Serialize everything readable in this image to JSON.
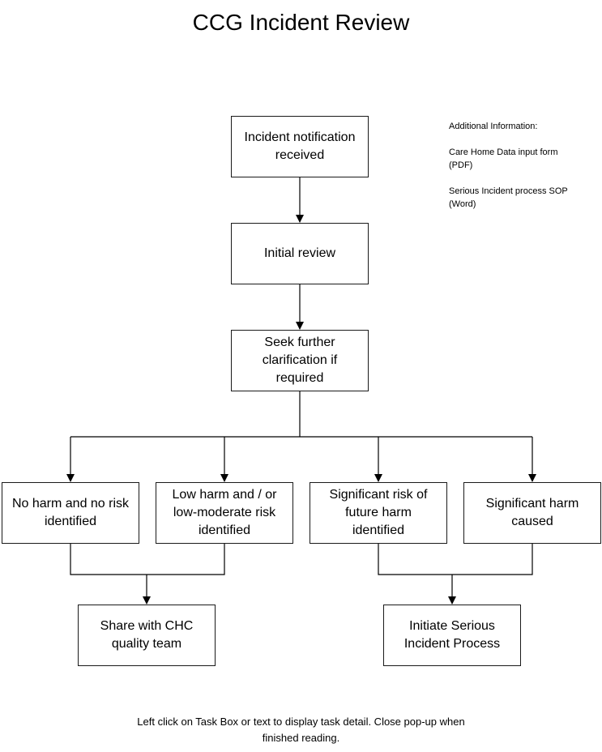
{
  "title": "CCG Incident Review",
  "nodes": {
    "notification": "Incident notification\nreceived",
    "initial_review": "Initial review",
    "clarification": "Seek further\nclarification if\nrequired",
    "no_harm": "No harm and no risk\nidentified",
    "low_harm": "Low harm and / or\nlow-moderate risk\nidentified",
    "significant_risk": "Significant risk of\nfuture harm\nidentified",
    "significant_harm": "Significant harm\ncaused",
    "share_chc": "Share with CHC\nquality team",
    "initiate_si": "Initiate Serious\nIncident Process"
  },
  "additional_info": {
    "heading": "Additional Information:",
    "links": [
      "Care Home Data input form\n(PDF)",
      "Serious Incident process SOP\n(Word)"
    ]
  },
  "footer": "Left click on Task Box or text to display task detail. Close pop-up when\nfinished reading."
}
